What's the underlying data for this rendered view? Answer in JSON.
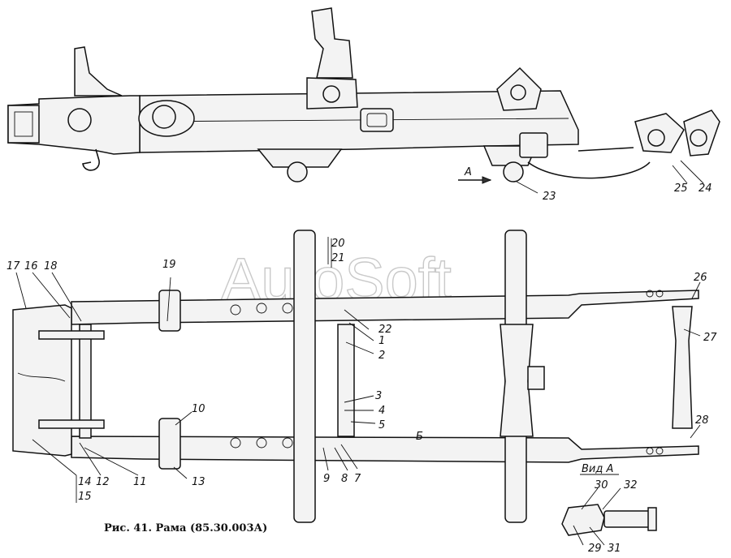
{
  "caption": "Рис. 41. Рама (85.30.003А)",
  "watermark": "AutoSoft",
  "view_label": "Вид А",
  "arrow_label": "А",
  "section_label": "Б",
  "callouts": [
    "1",
    "2",
    "3",
    "4",
    "5",
    "7",
    "8",
    "9",
    "10",
    "11",
    "12",
    "13",
    "14",
    "15",
    "16",
    "17",
    "18",
    "19",
    "20",
    "21",
    "22",
    "23",
    "24",
    "25",
    "26",
    "27",
    "28",
    "29",
    "30",
    "31",
    "32"
  ]
}
